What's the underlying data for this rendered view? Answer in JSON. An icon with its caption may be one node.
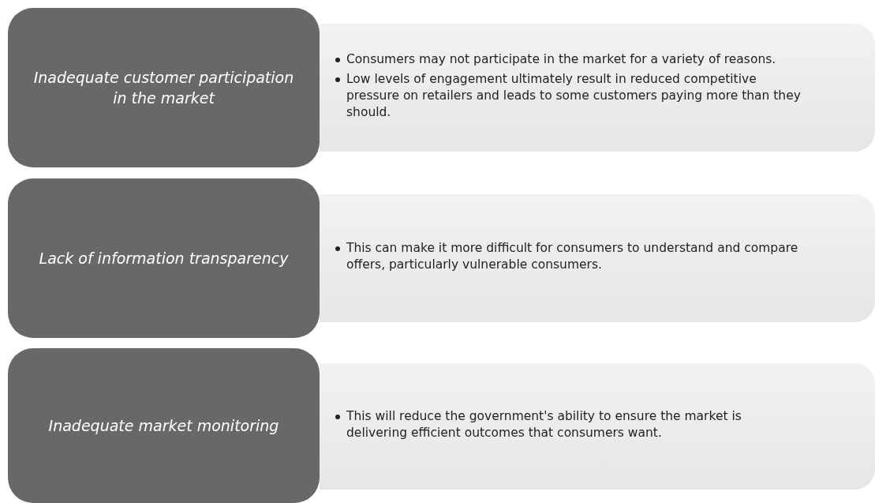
{
  "diagram": {
    "nodes": [
      {
        "text": [
          "Inadequate customer participation in the market"
        ]
      },
      {
        "text": [
          "Consumers may not participate in the market for a variety of reasons.",
          "Low levels of engagement ultimately result in reduced competitive pressure on retailers and leads to some customers paying more than they should."
        ]
      },
      {
        "text": [
          "Lack of information transparency"
        ]
      },
      {
        "text": [
          "This can make it more difficult for consumers to understand and compare offers, particularly vulnerable consumers."
        ]
      },
      {
        "text": [
          "Inadequate market monitoring"
        ]
      },
      {
        "text": [
          "This will reduce the government's ability to ensure the market is delivering efficient outcomes that consumers want."
        ]
      }
    ]
  }
}
